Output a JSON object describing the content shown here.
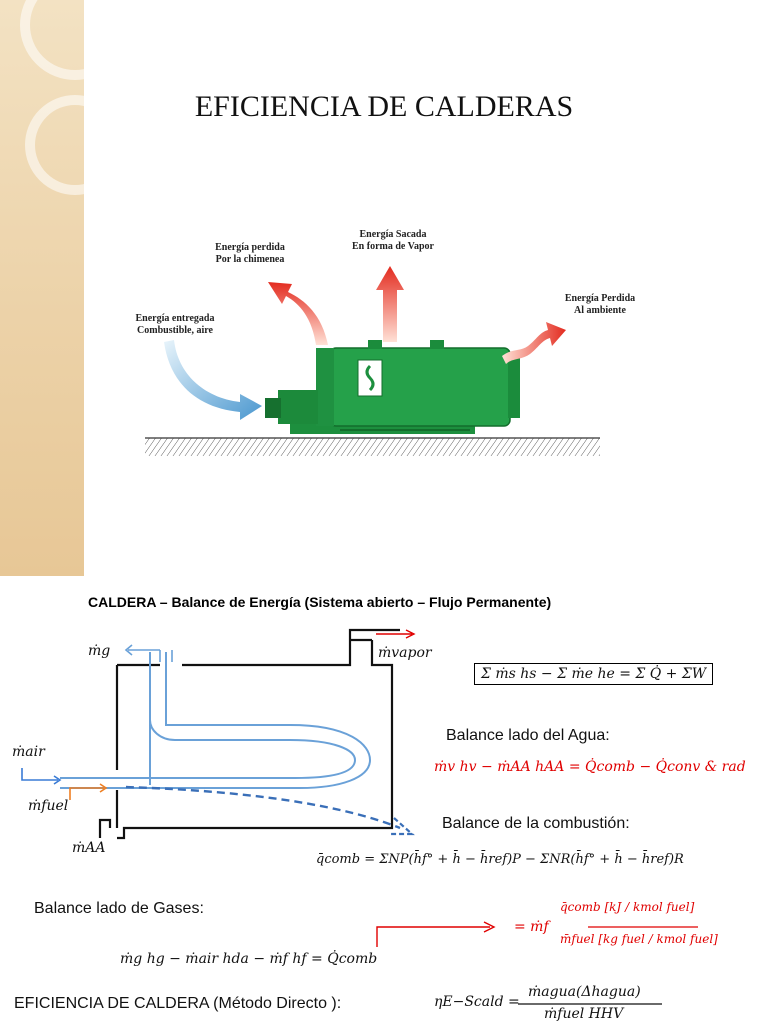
{
  "slide1": {
    "title": "EFICIENCIA DE CALDERAS",
    "labels": {
      "perdida_chimenea_1": "Energía perdida",
      "perdida_chimenea_2": "Por la chimenea",
      "sacada_1": "Energía Sacada",
      "sacada_2": "En forma de Vapor",
      "ambiente_1": "Energía Perdida",
      "ambiente_2": "Al ambiente",
      "entregada_1": "Energía entregada",
      "entregada_2": "Combustible, aire"
    }
  },
  "slide2": {
    "title": "CALDERA – Balance de Energía  (Sistema abierto – Flujo Permanente)",
    "symbols": {
      "m_g": "ṁg",
      "m_vapor": "ṁvapor",
      "m_air": "ṁair",
      "m_fuel": "ṁfuel",
      "m_AA": "ṁAA"
    },
    "general_eq": "Σ ṁs hs − Σ ṁe he = Σ Q̇ + ΣW",
    "agua_title": "Balance lado del Agua:",
    "agua_eq": "ṁv hv − ṁAA hAA = Q̇comb − Q̇conv & rad",
    "comb_title": "Balance de la combustión:",
    "comb_eq": "q̄comb = ΣNP(h̄f° + h̄ − h̄ref)P − ΣNR(h̄f° + h̄ − h̄ref)R",
    "gases_title": "Balance lado de Gases:",
    "gases_eq": "ṁg hg − ṁair hda − ṁf hf = Q̇comb",
    "qcomb_eq_prefix": "= ṁf",
    "qcomb_num": "q̄comb [kJ / kmol fuel]",
    "qcomb_den": "m̄fuel [kg fuel / kmol fuel]",
    "eff_title": "EFICIENCIA DE CALDERA (Método Directo ):",
    "eff_lhs": "ηE−Scald =",
    "eff_num": "ṁagua(Δhagua)",
    "eff_den": "ṁfuel HHV"
  }
}
